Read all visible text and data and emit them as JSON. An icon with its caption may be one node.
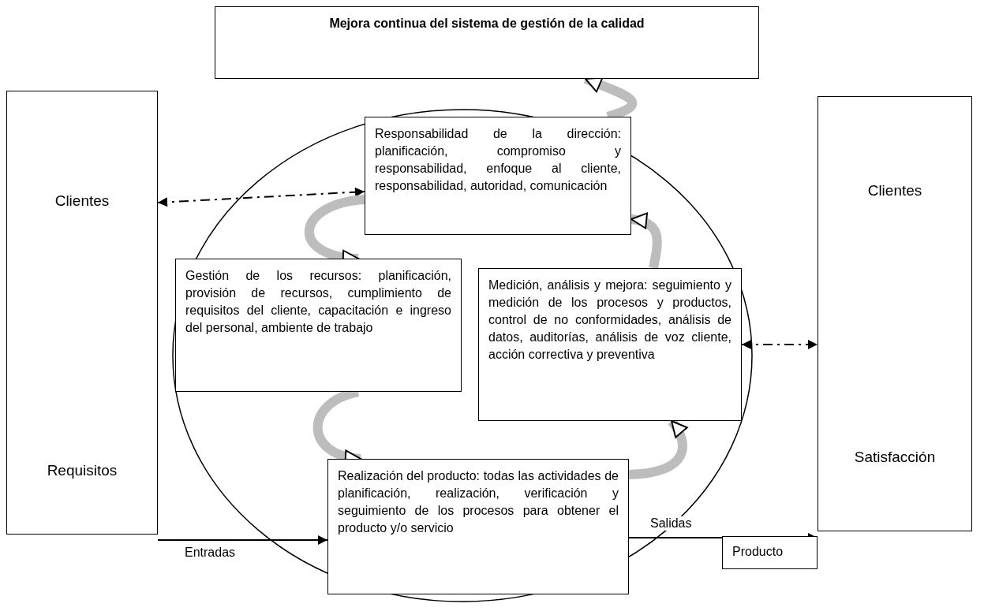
{
  "diagram": {
    "nodes": [
      {
        "text": [
          "Mejora continua del sistema de gestión de la calidad"
        ]
      },
      {
        "text": [
          "Clientes",
          "Requisitos"
        ]
      },
      {
        "text": [
          "Clientes",
          "Satisfacción"
        ]
      },
      {
        "text": [],
        "shape": "circle"
      },
      {
        "text": [
          "Responsabilidad de la dirección: planificación, compromiso y responsabilidad, enfoque al cliente, responsabilidad, autoridad, comunicación"
        ],
        "in": 3
      },
      {
        "text": [
          "Gestión de los recursos: planificación, provisión de recursos, cumplimiento de requisitos del cliente, capacitación e ingreso del personal, ambiente de trabajo"
        ],
        "in": 3
      },
      {
        "text": [
          "Medición, análisis y mejora: seguimiento y medición de los procesos y productos, control de no conformidades, análisis de datos, auditorías, análisis de voz cliente, acción correctiva y preventiva"
        ],
        "in": 3
      },
      {
        "text": [
          "Realización del producto: todas las actividades de planificación, realización, verificación y seguimiento de los procesos para obtener el producto y/o servicio"
        ],
        "in": 3
      },
      {
        "text": [
          "Producto"
        ]
      }
    ],
    "edges": [
      {
        "from": 1,
        "to": 4,
        "arrow": "both",
        "style": "dashed",
        "color": "#000000"
      },
      {
        "from": 6,
        "to": 2,
        "arrow": "both",
        "style": "dashed",
        "color": "#000000"
      },
      {
        "from": 1,
        "to": 7,
        "arrow": "to",
        "label": "Entradas",
        "color": "#000000"
      },
      {
        "from": 7,
        "to": 2,
        "arrow": "to",
        "label": "Salidas",
        "color": "#000000"
      },
      {
        "from": 4,
        "to": 0,
        "arrow": "to"
      },
      {
        "from": 4,
        "to": 5,
        "arrow": "to"
      },
      {
        "from": 5,
        "to": 7,
        "arrow": "to"
      },
      {
        "from": 7,
        "to": 6,
        "arrow": "to"
      },
      {
        "from": 6,
        "to": 4,
        "arrow": "to"
      }
    ]
  }
}
